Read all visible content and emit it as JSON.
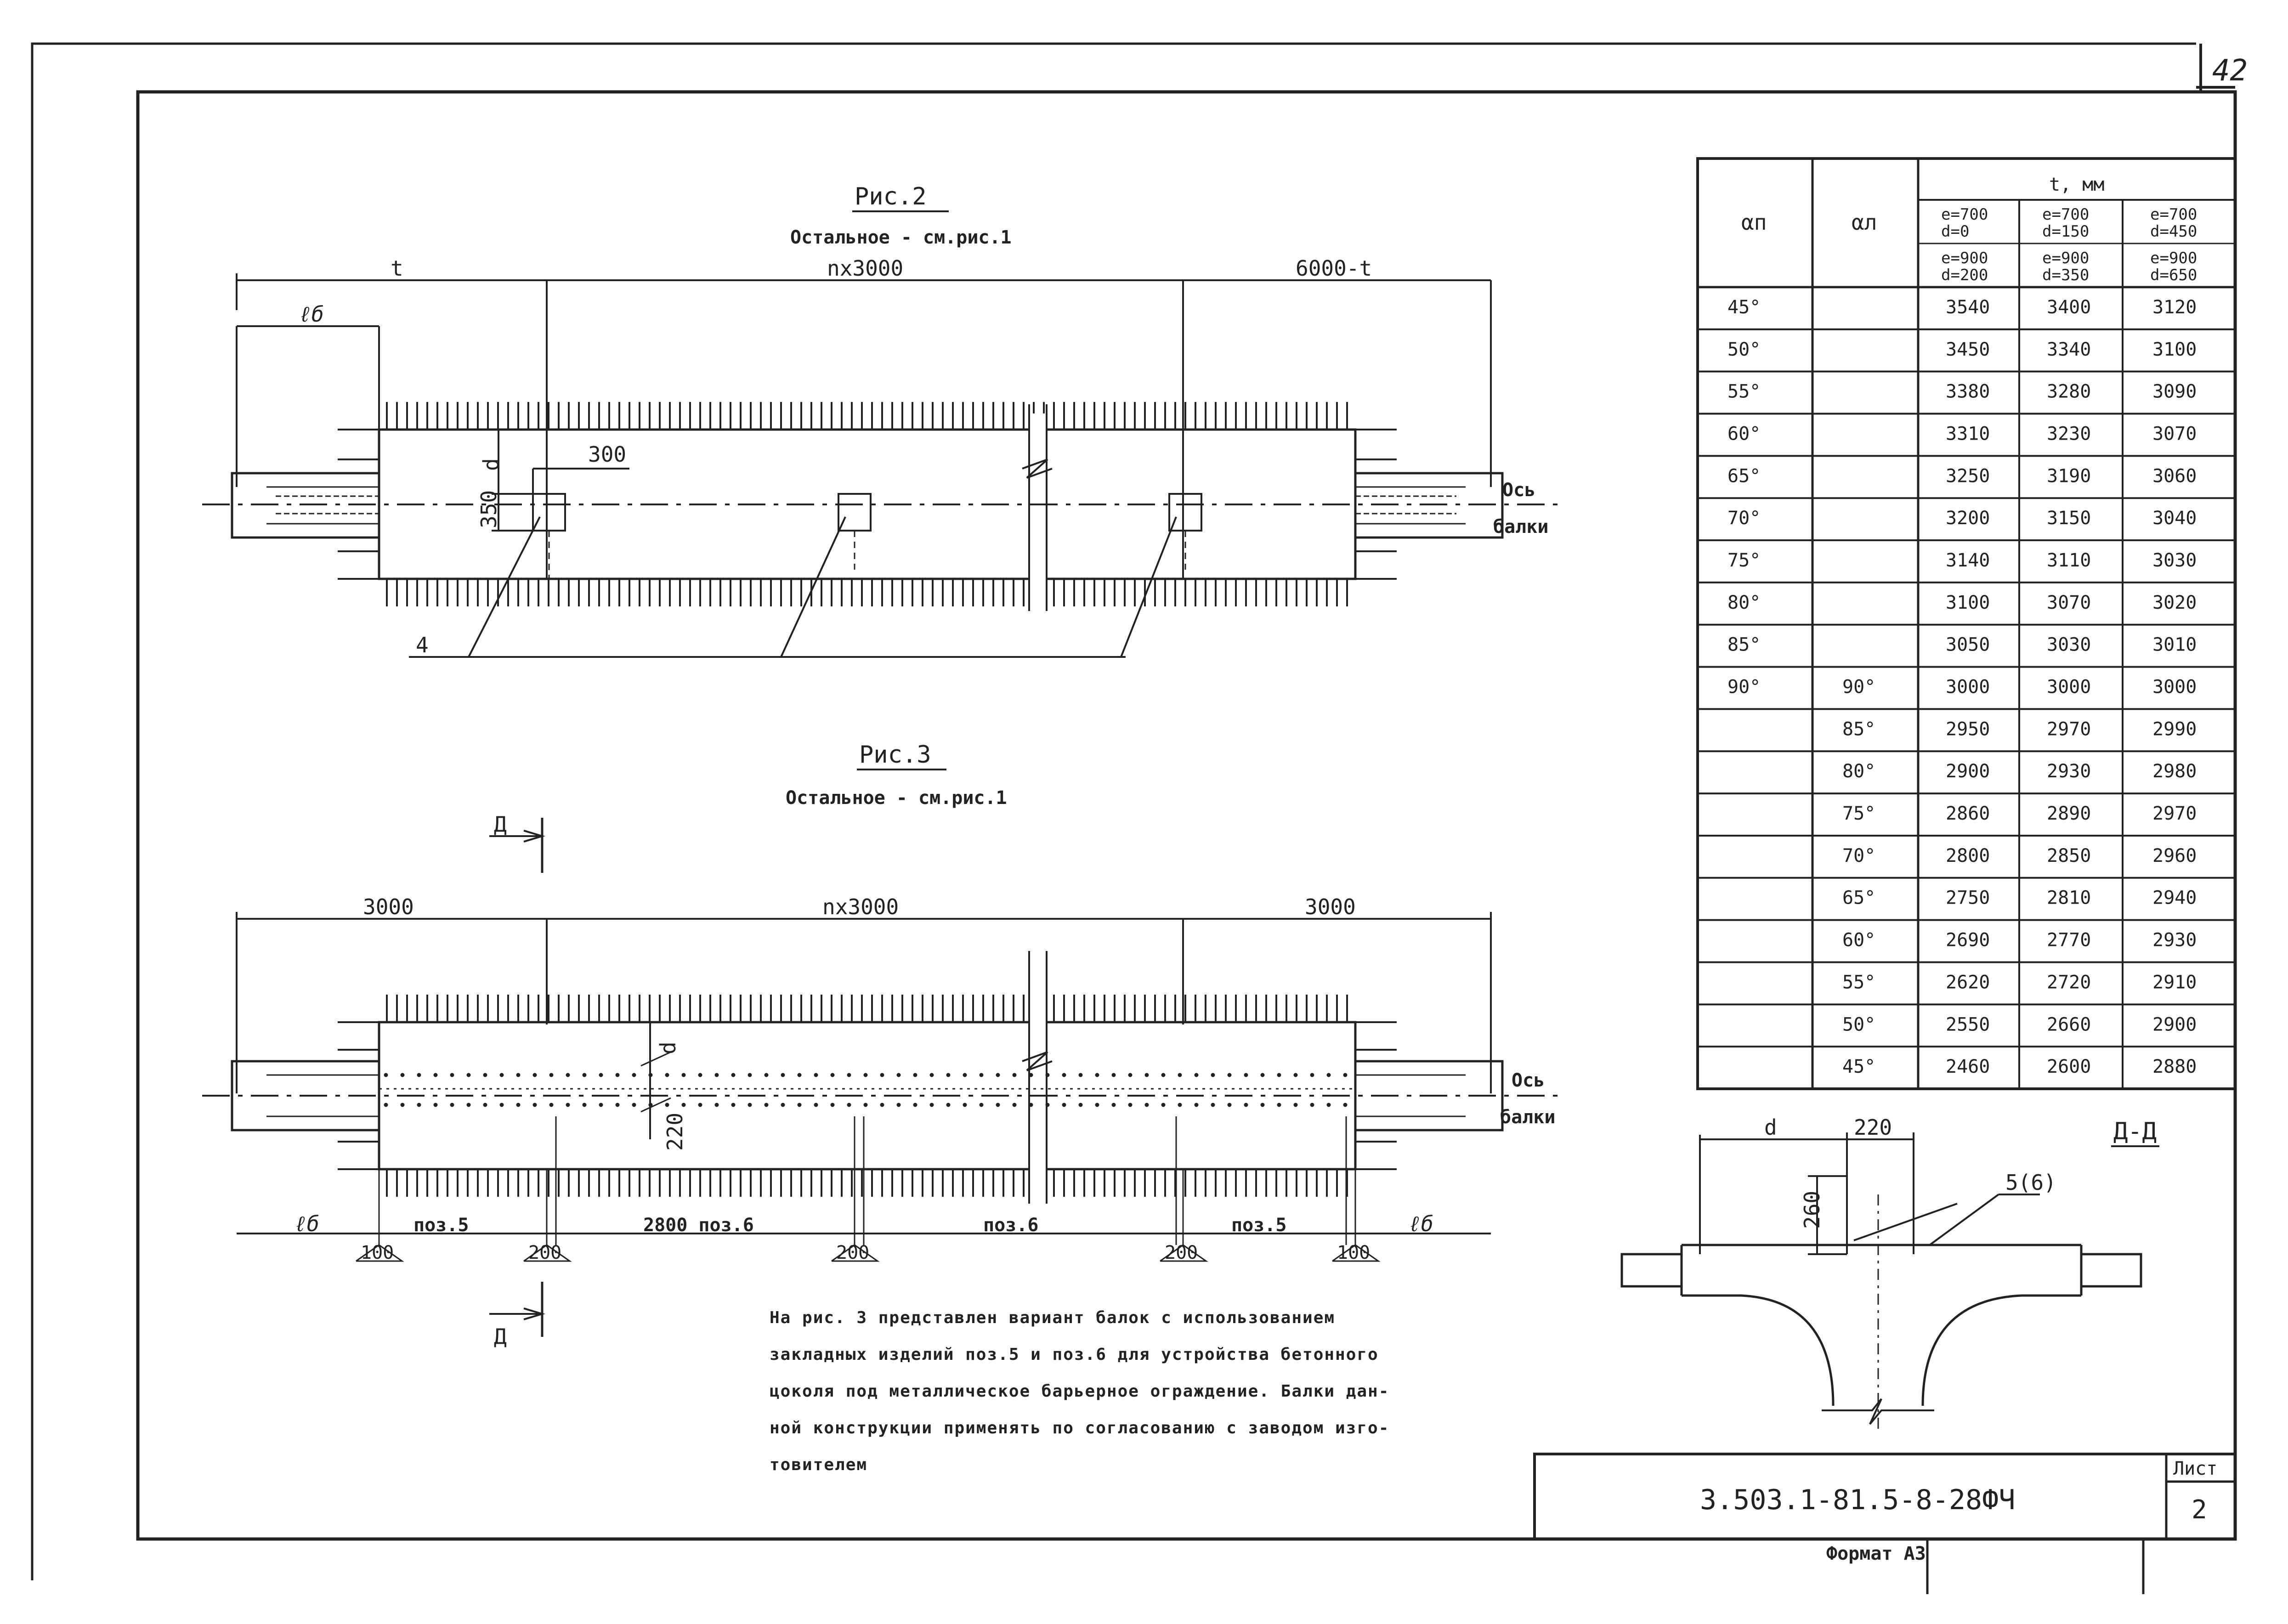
{
  "sheet_page_corner": "42",
  "fig2": {
    "title": "Рис.2",
    "subtitle": "Остальное - см.рис.1",
    "dim_t": "t",
    "dim_mid": "nx3000",
    "dim_right": "6000-t",
    "dim_lb": "ℓб",
    "dim_d": "d",
    "dim_300": "300",
    "dim_350": "350",
    "axis_1": "Ось",
    "axis_2": "балки",
    "callout": "4"
  },
  "fig3": {
    "title": "Рис.3",
    "subtitle": "Остальное - см.рис.1",
    "section_mark": "Д",
    "dim_left": "3000",
    "dim_mid": "nx3000",
    "dim_right": "3000",
    "dim_d": "d",
    "dim_220": "220",
    "axis_1": "Ось",
    "axis_2": "балки",
    "bottom_lb_left": "ℓб",
    "bottom_pos5_left": "поз.5",
    "bottom_pos6_left": "2800 поз.6",
    "bottom_pos6_right": "поз.6",
    "bottom_pos5_right": "поз.5",
    "bottom_lb_right": "ℓб",
    "mark_100_left": "100",
    "mark_200_a": "200",
    "mark_200_b": "200",
    "mark_200_c": "200",
    "mark_100_right": "100"
  },
  "note_lines": [
    "На рис. 3 представлен вариант балок с использованием",
    "закладных изделий поз.5 и поз.6 для устройства бетонного",
    "цоколя под металлическое барьерное ограждение. Балки дан-",
    "ной конструкции применять по согласованию с заводом изго-",
    "товителем"
  ],
  "table": {
    "col_alpha_p": "αп",
    "col_alpha_l": "αл",
    "t_header": "t, мм",
    "sub_cols": [
      {
        "top1": "e=700",
        "top2": "d=0",
        "bot1": "e=900",
        "bot2": "d=200"
      },
      {
        "top1": "e=700",
        "top2": "d=150",
        "bot1": "e=900",
        "bot2": "d=350"
      },
      {
        "top1": "e=700",
        "top2": "d=450",
        "bot1": "e=900",
        "bot2": "d=650"
      }
    ],
    "rows": [
      {
        "ap": "45°",
        "al": "",
        "v": [
          "3540",
          "3400",
          "3120"
        ]
      },
      {
        "ap": "50°",
        "al": "",
        "v": [
          "3450",
          "3340",
          "3100"
        ]
      },
      {
        "ap": "55°",
        "al": "",
        "v": [
          "3380",
          "3280",
          "3090"
        ]
      },
      {
        "ap": "60°",
        "al": "",
        "v": [
          "3310",
          "3230",
          "3070"
        ]
      },
      {
        "ap": "65°",
        "al": "",
        "v": [
          "3250",
          "3190",
          "3060"
        ]
      },
      {
        "ap": "70°",
        "al": "",
        "v": [
          "3200",
          "3150",
          "3040"
        ]
      },
      {
        "ap": "75°",
        "al": "",
        "v": [
          "3140",
          "3110",
          "3030"
        ]
      },
      {
        "ap": "80°",
        "al": "",
        "v": [
          "3100",
          "3070",
          "3020"
        ]
      },
      {
        "ap": "85°",
        "al": "",
        "v": [
          "3050",
          "3030",
          "3010"
        ]
      },
      {
        "ap": "90°",
        "al": "90°",
        "v": [
          "3000",
          "3000",
          "3000"
        ]
      },
      {
        "ap": "",
        "al": "85°",
        "v": [
          "2950",
          "2970",
          "2990"
        ]
      },
      {
        "ap": "",
        "al": "80°",
        "v": [
          "2900",
          "2930",
          "2980"
        ]
      },
      {
        "ap": "",
        "al": "75°",
        "v": [
          "2860",
          "2890",
          "2970"
        ]
      },
      {
        "ap": "",
        "al": "70°",
        "v": [
          "2800",
          "2850",
          "2960"
        ]
      },
      {
        "ap": "",
        "al": "65°",
        "v": [
          "2750",
          "2810",
          "2940"
        ]
      },
      {
        "ap": "",
        "al": "60°",
        "v": [
          "2690",
          "2770",
          "2930"
        ]
      },
      {
        "ap": "",
        "al": "55°",
        "v": [
          "2620",
          "2720",
          "2910"
        ]
      },
      {
        "ap": "",
        "al": "50°",
        "v": [
          "2550",
          "2660",
          "2900"
        ]
      },
      {
        "ap": "",
        "al": "45°",
        "v": [
          "2460",
          "2600",
          "2880"
        ]
      }
    ]
  },
  "section": {
    "title": "Д-Д",
    "dim_d": "d",
    "dim_220": "220",
    "dim_260": "260",
    "callout": "5(6)"
  },
  "stamp": {
    "code": "3.503.1-81.5-8-28ФЧ",
    "sheet_label": "Лист",
    "sheet_number": "2",
    "format": "Формат А3"
  }
}
